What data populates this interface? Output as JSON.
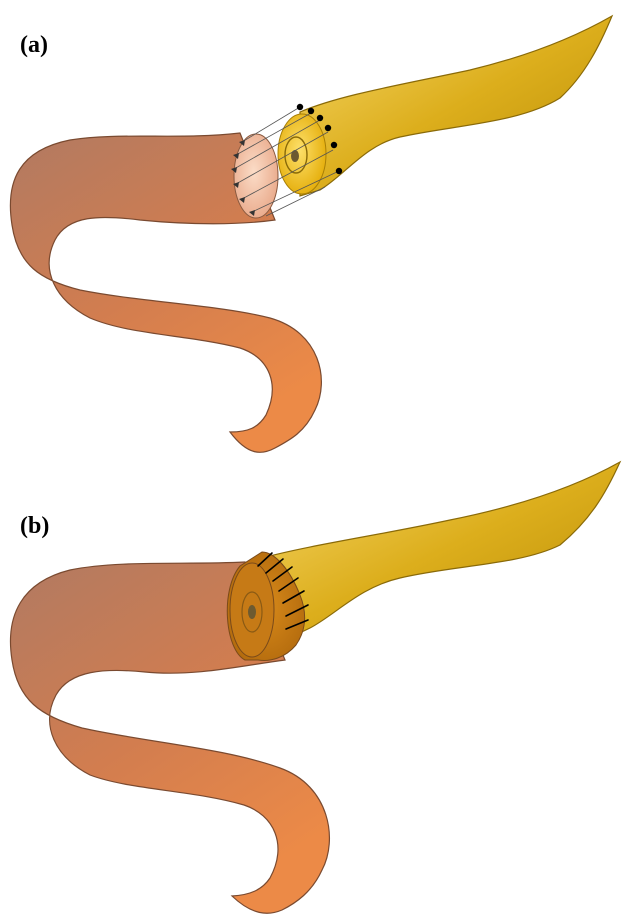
{
  "panels": {
    "a": {
      "label": "(a)"
    },
    "b": {
      "label": "(b)"
    }
  },
  "colors": {
    "proximal_segment_light": "#b98263",
    "proximal_segment_dark": "#e8864a",
    "distal_segment_light": "#f2cc55",
    "distal_segment_dark": "#c89a08",
    "cut_surface_a_proximal": "#f4c4a6",
    "cut_surface_a_distal": "#f5c100",
    "anastomosis_ring": "#b8700c",
    "suture": "#000000"
  },
  "icons": {
    "proximal_segment": "curved-tube-shape",
    "distal_segment": "tapered-tube-shape",
    "suture_mark": "stitch-line"
  }
}
